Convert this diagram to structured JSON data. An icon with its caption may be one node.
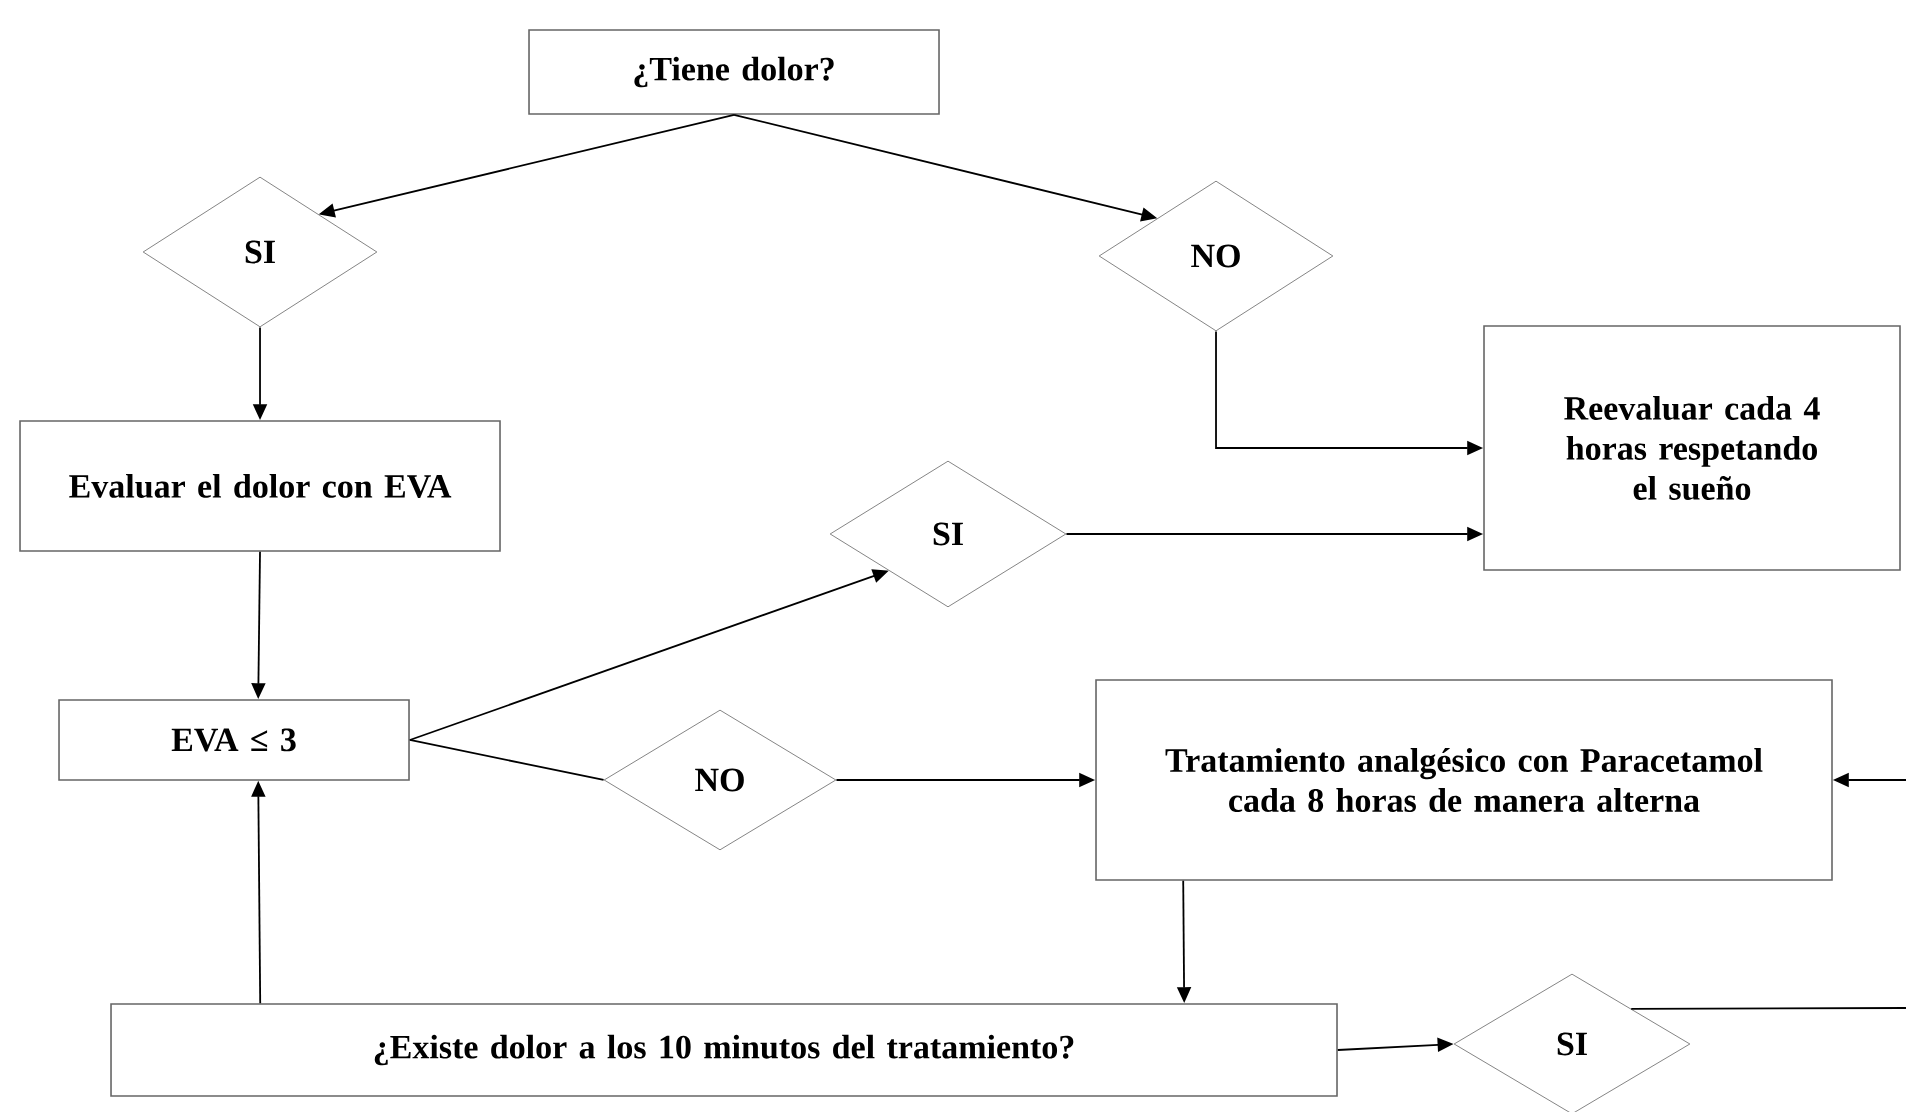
{
  "diagram": {
    "nodes": [
      {
        "text": [
          "¿Tiene dolor?"
        ]
      },
      {
        "text": [
          "SI"
        ]
      },
      {
        "text": [
          "NO"
        ]
      },
      {
        "text": [
          "Reevaluar cada 4 horas respetando el sueño"
        ]
      },
      {
        "text": [
          "Evaluar el dolor con EVA"
        ]
      },
      {
        "text": [
          "SI"
        ]
      },
      {
        "text": [
          "EVA ≤ 3"
        ]
      },
      {
        "text": [
          "NO"
        ]
      },
      {
        "text": [
          "Tratamiento analgésico con Paracetamol cada 8 horas de manera alterna"
        ]
      },
      {
        "text": [
          "¿Existe dolor a los 10 minutos del tratamiento?"
        ]
      },
      {
        "text": [
          "SI"
        ]
      }
    ],
    "edges": [
      {
        "from": 0,
        "to": 1,
        "arrow": "to"
      },
      {
        "from": 0,
        "to": 2,
        "arrow": "to"
      },
      {
        "from": 1,
        "to": 4,
        "arrow": "to"
      },
      {
        "from": 2,
        "to": 3,
        "arrow": "to"
      },
      {
        "from": 5,
        "to": 3,
        "arrow": "to"
      },
      {
        "from": 4,
        "to": 6,
        "arrow": "to"
      },
      {
        "from": 6,
        "to": 5,
        "arrow": "to"
      },
      {
        "from": 6,
        "to": 7,
        "arrow": "none"
      },
      {
        "from": 7,
        "to": 8,
        "arrow": "to"
      },
      {
        "from": 8,
        "to": 9,
        "arrow": "to"
      },
      {
        "from": 9,
        "to": 6,
        "arrow": "to"
      },
      {
        "from": 9,
        "to": 10,
        "arrow": "to"
      },
      {
        "from": 10,
        "to": null,
        "arrow": "none"
      },
      {
        "from": null,
        "to": 8,
        "arrow": "to"
      }
    ]
  }
}
